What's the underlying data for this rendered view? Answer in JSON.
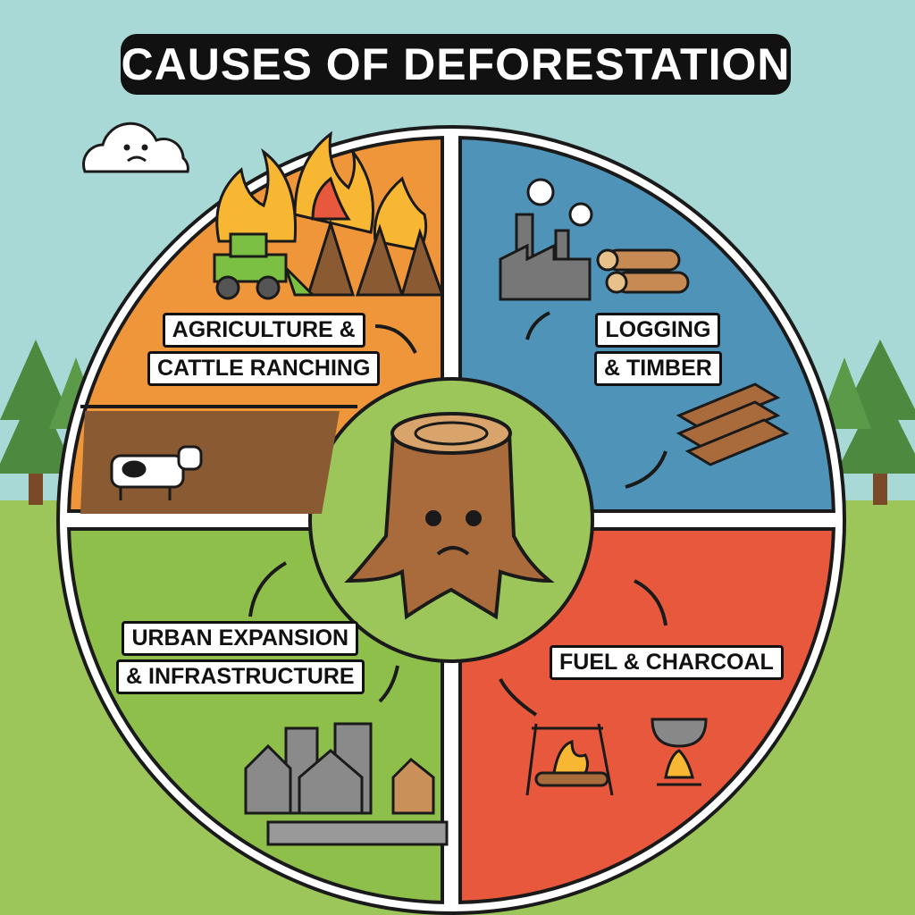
{
  "title": "CAUSES OF DEFORESTATION",
  "sections": [
    {
      "id": "agriculture",
      "lines": [
        "AGRICULTURE &",
        "CATTLE RANCHING"
      ],
      "color": "#f0963a"
    },
    {
      "id": "logging",
      "lines": [
        "LOGGING",
        "& TIMBER"
      ],
      "color": "#4f94b8"
    },
    {
      "id": "urban",
      "lines": [
        "URBAN EXPANSION",
        "& INFRASTRUCTURE"
      ],
      "color": "#8ebf4a"
    },
    {
      "id": "fuel",
      "lines": [
        "FUEL & CHARCOAL"
      ],
      "color": "#e8583c"
    }
  ],
  "colors": {
    "sky": "#a9d9d6",
    "grass": "#9cc65a",
    "center": "#9cc65a",
    "stump": "#a96a3c",
    "outline": "#1a1a1a"
  }
}
